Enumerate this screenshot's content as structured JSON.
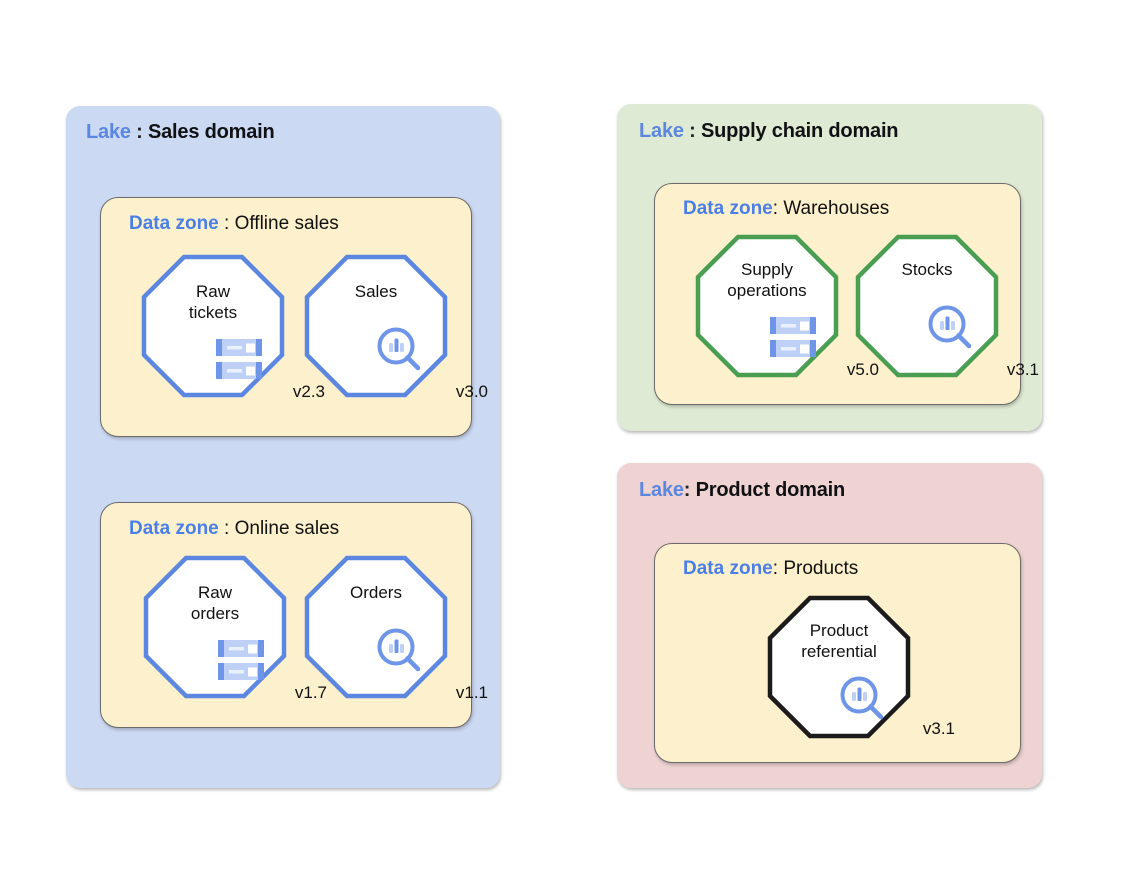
{
  "colors": {
    "lake_sales_bg": "#ccd9f3",
    "lake_supply_bg": "#dfead4",
    "lake_product_bg": "#efd2d2",
    "zone_bg": "#fdf0cc",
    "keyword_blue": "#5b87e0",
    "zone_keyword_blue": "#4a7fe8",
    "octagon_blue": "#5b87e0",
    "octagon_green": "#4a9e52",
    "octagon_black": "#1b1b1b",
    "icon_blue": "#6e95e8",
    "icon_blue_light": "#bed0f5",
    "text_black": "#111111",
    "card_border": "#6b6b6b"
  },
  "lakes": [
    {
      "id": "sales",
      "keyword": "Lake",
      "separator": " : ",
      "name": "Sales domain",
      "zones": [
        {
          "id": "offline-sales",
          "keyword": "Data zone",
          "separator": " : ",
          "name": "Offline sales",
          "assets": [
            {
              "id": "raw-tickets",
              "label": [
                "Raw",
                "tickets"
              ],
              "icon": "database-icon",
              "version": "v2.3",
              "border": "blue"
            },
            {
              "id": "sales",
              "label": [
                "Sales"
              ],
              "icon": "analytics-search-icon",
              "version": "v3.0",
              "border": "blue"
            }
          ]
        },
        {
          "id": "online-sales",
          "keyword": "Data zone",
          "separator": " : ",
          "name": "Online sales",
          "assets": [
            {
              "id": "raw-orders",
              "label": [
                "Raw",
                "orders"
              ],
              "icon": "database-icon",
              "version": "v1.7",
              "border": "blue"
            },
            {
              "id": "orders",
              "label": [
                "Orders"
              ],
              "icon": "analytics-search-icon",
              "version": "v1.1",
              "border": "blue"
            }
          ]
        }
      ]
    },
    {
      "id": "supply-chain",
      "keyword": "Lake",
      "separator": " : ",
      "name": "Supply chain domain",
      "zones": [
        {
          "id": "warehouses",
          "keyword": "Data zone",
          "separator": ": ",
          "name": "Warehouses",
          "assets": [
            {
              "id": "supply-operations",
              "label": [
                "Supply",
                "operations"
              ],
              "icon": "database-icon",
              "version": "v5.0",
              "border": "green"
            },
            {
              "id": "stocks",
              "label": [
                "Stocks"
              ],
              "icon": "analytics-search-icon",
              "version": "v3.1",
              "border": "green"
            }
          ]
        }
      ]
    },
    {
      "id": "product",
      "keyword": "Lake",
      "separator": ": ",
      "name": "Product domain",
      "zones": [
        {
          "id": "products",
          "keyword": "Data zone",
          "separator": ": ",
          "name": "Products",
          "assets": [
            {
              "id": "product-referential",
              "label": [
                "Product",
                "referential"
              ],
              "icon": "analytics-search-icon",
              "version": "v3.1",
              "border": "black"
            }
          ]
        }
      ]
    }
  ]
}
